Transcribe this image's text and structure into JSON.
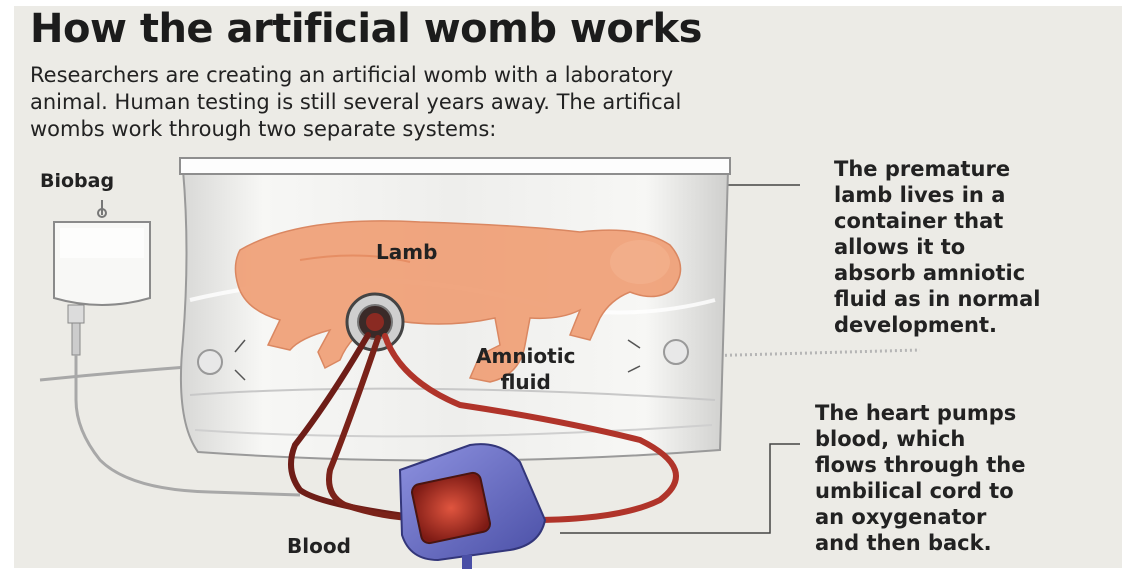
{
  "title": "How the artificial womb works",
  "intro_lines": [
    "Researchers are creating an artificial womb with a laboratory",
    "animal. Human testing is still several years away. The artifical",
    "wombs work through two separate systems:"
  ],
  "labels": {
    "biobag": "Biobag",
    "lamb": "Lamb",
    "amniotic_1": "Amniotic",
    "amniotic_2": "fluid",
    "blood": "Blood"
  },
  "container_text": [
    "The premature",
    "lamb lives in a",
    "container that",
    "allows it to",
    "absorb amniotic",
    "fluid as in normal",
    "development."
  ],
  "heart_text": [
    "The heart pumps",
    "blood, which",
    "flows through the",
    "umbilical cord to",
    "an oxygenator",
    "and then back."
  ],
  "colors": {
    "background": "#ecebe6",
    "lamb": "#f0a27a",
    "blood_tube": "#9c2b22",
    "oxygenator": "#6e72c6",
    "bag": "#f4f4f2"
  }
}
